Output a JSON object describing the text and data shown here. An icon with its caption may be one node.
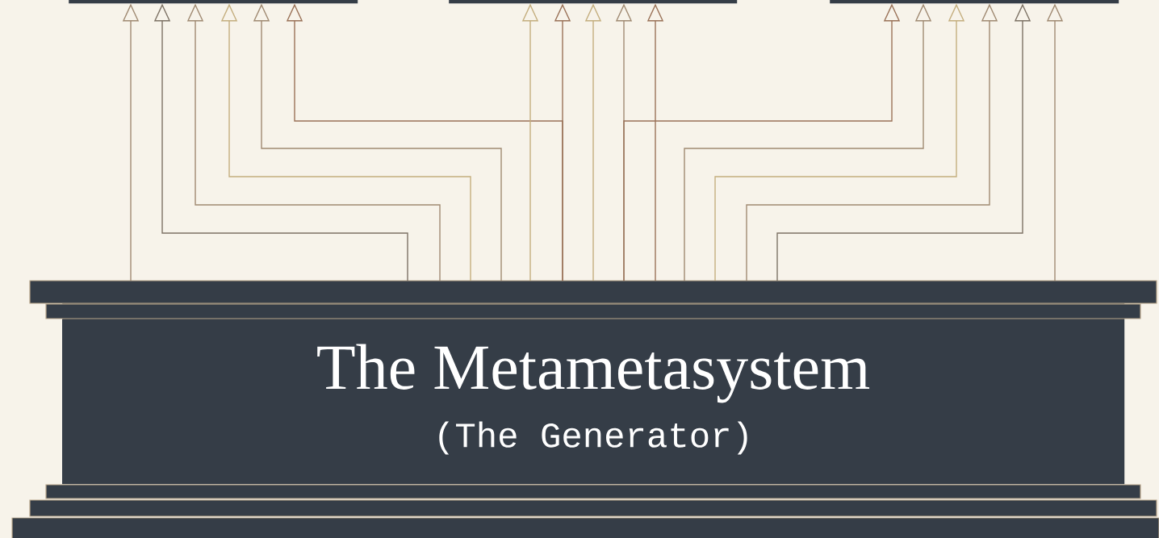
{
  "diagram": {
    "nodes": [
      {
        "text": [],
        "shape": "box"
      },
      {
        "text": [],
        "shape": "box"
      },
      {
        "text": [],
        "shape": "box"
      },
      {
        "text": [
          "The Metametasystem",
          "(The Generator)"
        ]
      }
    ],
    "edges": [
      {
        "from": 3,
        "to": 0,
        "arrow": "to"
      },
      {
        "from": 3,
        "to": 0,
        "arrow": "to"
      },
      {
        "from": 3,
        "to": 0,
        "arrow": "to"
      },
      {
        "from": 3,
        "to": 0,
        "arrow": "to"
      },
      {
        "from": 3,
        "to": 0,
        "arrow": "to"
      },
      {
        "from": 3,
        "to": 0,
        "arrow": "to"
      },
      {
        "from": 3,
        "to": 1,
        "arrow": "to"
      },
      {
        "from": 3,
        "to": 1,
        "arrow": "to"
      },
      {
        "from": 3,
        "to": 1,
        "arrow": "to"
      },
      {
        "from": 3,
        "to": 1,
        "arrow": "to"
      },
      {
        "from": 3,
        "to": 1,
        "arrow": "to"
      },
      {
        "from": 3,
        "to": 2,
        "arrow": "to"
      },
      {
        "from": 3,
        "to": 2,
        "arrow": "to"
      },
      {
        "from": 3,
        "to": 2,
        "arrow": "to"
      },
      {
        "from": 3,
        "to": 2,
        "arrow": "to"
      },
      {
        "from": 3,
        "to": 2,
        "arrow": "to"
      },
      {
        "from": 3,
        "to": 2,
        "arrow": "to"
      }
    ]
  }
}
